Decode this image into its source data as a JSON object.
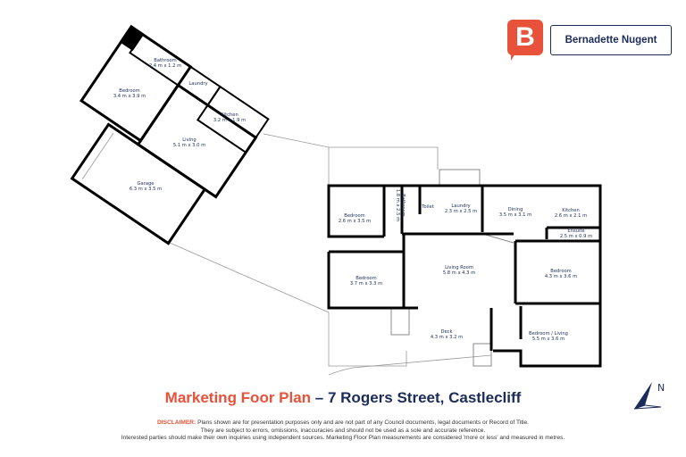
{
  "brand": {
    "logo_letter": "B",
    "name": "Bernadette Nugent",
    "accent_color": "#e8513a",
    "navy_color": "#1c2b5a"
  },
  "flat_rooms": [
    {
      "name": "Bathroom",
      "dims": "2.4 m x 1.2 m"
    },
    {
      "name": "Laundry",
      "dims": ""
    },
    {
      "name": "Bedroom",
      "dims": "3.4 m x 3.9 m"
    },
    {
      "name": "Kitchen",
      "dims": "3.2 m x 1.9 m"
    },
    {
      "name": "Living",
      "dims": "5.1 m x 3.0 m"
    },
    {
      "name": "Garage",
      "dims": "6.3 m x 3.5 m"
    }
  ],
  "house_rooms": [
    {
      "name": "Bedroom",
      "dims": "2.6 m x 3.5 m"
    },
    {
      "name": "Bathroom",
      "dims": "1.8 m x 2.5 m"
    },
    {
      "name": "Toilet",
      "dims": ""
    },
    {
      "name": "Laundry",
      "dims": "2.3 m x 2.5 m"
    },
    {
      "name": "Dining",
      "dims": "3.5 m x 3.1 m"
    },
    {
      "name": "Kitchen",
      "dims": "2.6 m x 2.1 m"
    },
    {
      "name": "Ensuite",
      "dims": "2.5 m x 0.9 m"
    },
    {
      "name": "Bedroom",
      "dims": "3.7 m x 3.3 m"
    },
    {
      "name": "Living Room",
      "dims": "5.8 m x 4.3 m"
    },
    {
      "name": "Bedroom",
      "dims": "4.3 m x 3.6 m"
    },
    {
      "name": "Deck",
      "dims": "4.3 m x 3.2 m"
    },
    {
      "name": "Bedroom / Living",
      "dims": "5.5 m x 3.6 m"
    }
  ],
  "title": {
    "accent": "Marketing Foor Plan",
    "rest": " – 7 Rogers Street, Castlecliff"
  },
  "disclaimer": {
    "label": "DISCLAIMER:",
    "line1": " Plans shown are for presentation purposes only and are not part of any Council documents, legal documents or Record of Title.",
    "line2": "They are subject to errors, omissions, inaccuracies and should not be used as a sole and accurate reference.",
    "line3": "Interested parties should make their own inquiries using independent sources. Marketing Floor Plan measurements are considered 'more or less' and measured in metres."
  },
  "compass": {
    "label": "N",
    "icon": "north-arrow-icon"
  }
}
